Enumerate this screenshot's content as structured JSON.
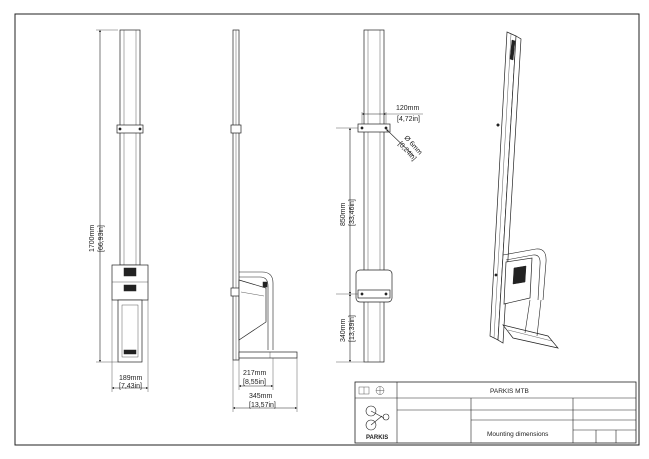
{
  "dimensions": {
    "front_height_mm": "1700mm",
    "front_height_in": "[66,93in]",
    "front_width_mm": "189mm",
    "front_width_in": "[7,43in]",
    "side_depth_mm": "217mm",
    "side_depth_in": "[8,55in]",
    "side_total_mm": "345mm",
    "side_total_in": "[13,57in]",
    "bracket_width_mm": "120mm",
    "bracket_width_in": "[4,72in]",
    "hole_dia_mm": "Ø 6mm",
    "hole_dia_in": "[0,24in]",
    "spacing_mm": "850mm",
    "spacing_in": "[33,46in]",
    "bottom_mm": "340mm",
    "bottom_in": "[13,39in]"
  },
  "title_block": {
    "product": "PARKIS MTB",
    "description": "Mounting dimensions",
    "logo_text": "PARKIS"
  }
}
